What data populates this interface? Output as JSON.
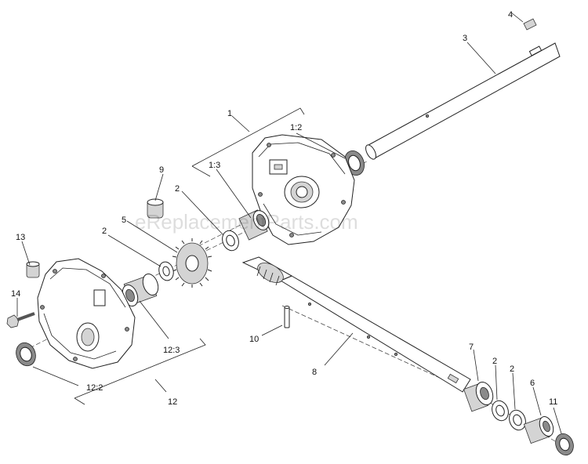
{
  "watermark": "eReplacementParts.com",
  "labels": {
    "l1": "1",
    "l1_2": "1:2",
    "l1_3": "1:3",
    "l2a": "2",
    "l2b": "2",
    "l2c": "2",
    "l2d": "2",
    "l3": "3",
    "l4": "4",
    "l5": "5",
    "l6": "6",
    "l7": "7",
    "l8": "8",
    "l9": "9",
    "l10": "10",
    "l11": "11",
    "l12": "12",
    "l12_2": "12:2",
    "l12_3": "12:3",
    "l13": "13",
    "l14": "14"
  }
}
